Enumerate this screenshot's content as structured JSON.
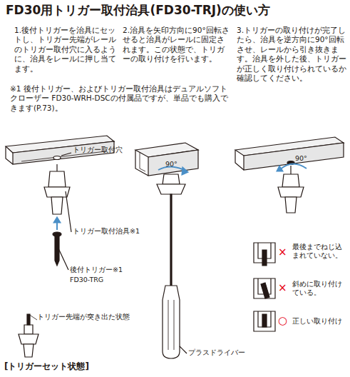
{
  "diagram": {
    "title": "FD30用トリガー取付治具(FD30-TRJ)の使い方",
    "labels": [
      "1.後付トリガーを治具にセットし、トリガー先端がレールのトリガー取付穴に入るように、治具をレールに押し当てます。",
      "2.治具を矢印方向に90°回転させると治具がレールに固定されます。この状態で、トリガーの取り付けを行います。",
      "3.トリガーの取り付けが完了したら、治具を逆方向に90°回転させ、レールから引き抜きます。治具を外した後、トリガーが正しく取り付けられているか確認してください。",
      "※1 後付トリガー、およびトリガー取付治具はデュアルソフトクローザー FD30-WRH-DSCの付属品ですが、単品でも購入できます(P.73)。",
      "トリガー取付穴",
      "トリガー取付治具※1",
      "後付トリガー※1",
      "FD30-TRG",
      "トリガー先端が突き出た状態",
      "[トリガーセット状態]",
      "90°",
      "90°",
      "プラスドライバー",
      "×",
      "最後までねじ込まれていない。",
      "×",
      "斜めに取り付けている。",
      "○",
      "正しい取り付け"
    ]
  }
}
